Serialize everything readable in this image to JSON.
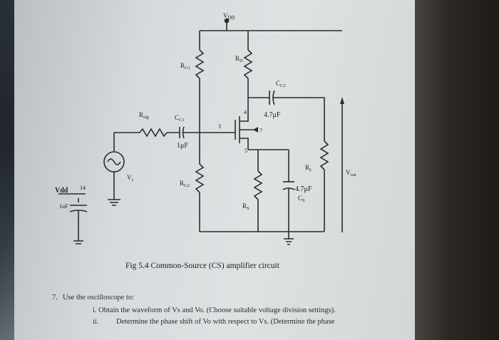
{
  "diagram": {
    "vdd_top": "V",
    "vdd_top_sub": "DD",
    "rg1": "R",
    "rg1_sub": "G1",
    "rd": "R",
    "rd_sub": "D",
    "cc2": "C",
    "cc2_sub": "C2",
    "cc2_value": "4.7μF",
    "rsig": "R",
    "rsig_sub": "sig",
    "cc1": "C",
    "cc1_sub": "C1",
    "cc1_value": "1μF",
    "gate_node": "3",
    "drain_node": "4",
    "body_node": "7",
    "source_node": "5",
    "vs": "V",
    "vs_sub": "s",
    "rg2": "R",
    "rg2_sub": "G2",
    "rs": "R",
    "rs_sub": "S",
    "cs_value": "4.7μF",
    "cs": "C",
    "cs_sub": "S",
    "rl": "R",
    "rl_sub": "L",
    "vout": "V",
    "vout_sub": "out",
    "vdd_side": "Vdd",
    "vdd_side_node": "14",
    "side_cap_value": "1uF"
  },
  "caption": "Fig 5.4 Common-Source (CS) amplifier circuit",
  "question": {
    "number": "7.",
    "title": "Use the oscilloscope to:",
    "item_i": "i. Obtain the waveform of Vs and Vo. (Choose suitable voltage division settings).",
    "item_ii_marker": "ii.",
    "item_ii": "Determine the phase shift of Vo with respect to Vs. (Determine the phase"
  },
  "colors": {
    "wire": "#2b2b2b",
    "paper": "#dcdfe0",
    "dark_edge": "#2a2522"
  }
}
